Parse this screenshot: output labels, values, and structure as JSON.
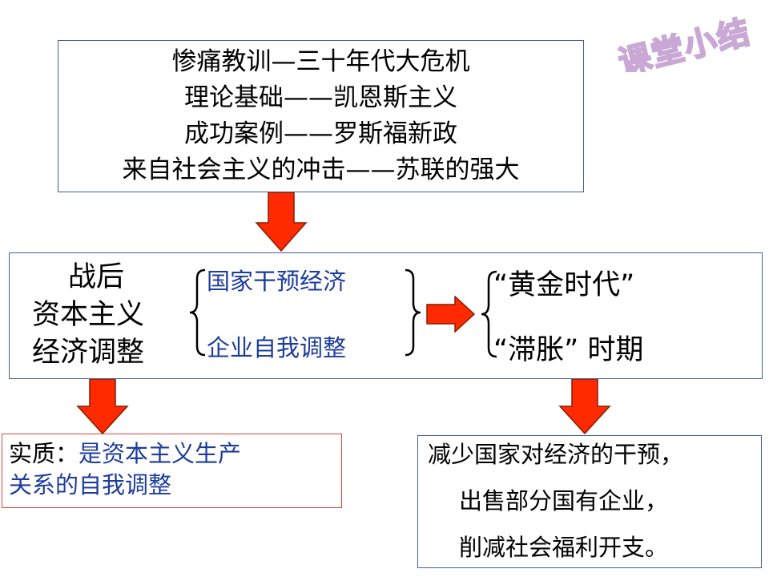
{
  "stamp": {
    "text": "课堂小结"
  },
  "causes": [
    "惨痛教训—三十年代大危机",
    "理论基础——凯恩斯主义",
    "成功案例——罗斯福新政",
    "来自社会主义的冲击——苏联的强大"
  ],
  "adjustment": {
    "subject": [
      "战后",
      "资本主义",
      "经济调整"
    ],
    "measures": [
      "国家干预经济",
      "企业自我调整"
    ],
    "outcomes": [
      "“黄金时代”",
      "“滞胀” 时期"
    ]
  },
  "essence": {
    "label": "实质：",
    "text_line1": "是资本主义生产",
    "text_line2": "关系的自我调整"
  },
  "response": {
    "lines": [
      "减少国家对经济的干预，",
      "出售部分国有企业，",
      "削减社会福利开支。"
    ]
  },
  "colors": {
    "arrow_fill": "#ff2a00",
    "arrow_stroke": "#8a1a00",
    "measure_text": "#1d3c9c",
    "box_border_blue": "#3f5f9a",
    "box_border_red": "#d9463b",
    "stamp": "#c9a8d6"
  }
}
